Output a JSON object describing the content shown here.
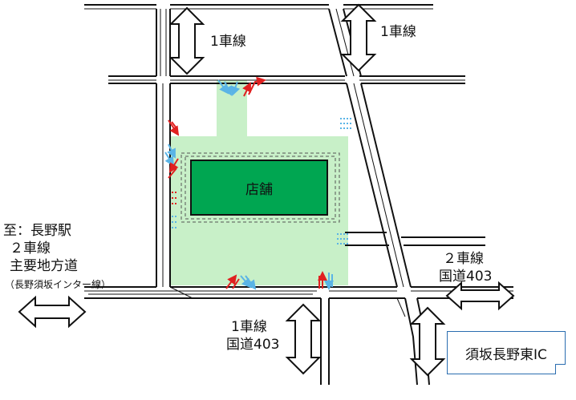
{
  "store": {
    "label": "店舗"
  },
  "roads": {
    "north_left": {
      "lanes": "1車線"
    },
    "north_right": {
      "lanes": "1車線"
    },
    "west": {
      "line1": "至：長野駅",
      "line2": "２車線",
      "line3": "主要地方道",
      "line4": "（長野須坂インター線）"
    },
    "east": {
      "lanes": "２車線",
      "route": "国道403"
    },
    "south": {
      "lanes": "1車線",
      "route": "国道403"
    }
  },
  "destination": {
    "label": "須坂長野東IC"
  },
  "colors": {
    "site": "#c8f0c8",
    "building": "#00a651",
    "inbound_arrow": "#e02020",
    "outbound_arrow": "#5ab4e6",
    "destination_border": "#2a6db0"
  }
}
